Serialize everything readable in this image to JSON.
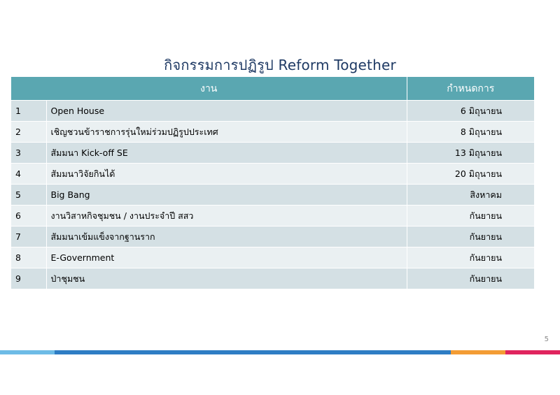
{
  "title": "กิจกรรมการปฏิรูป Reform Together",
  "table": {
    "headers": [
      "งาน",
      "กำหนดการ"
    ],
    "rows": [
      {
        "no": "1",
        "task": "Open House",
        "date": "6 มิถุนายน"
      },
      {
        "no": "2",
        "task": "เชิญชวนข้าราชการรุ่นใหม่ร่วมปฏิรูปประเทศ",
        "date": "8 มิถุนายน"
      },
      {
        "no": "3",
        "task": "สัมมนา Kick-off SE",
        "date": "13 มิถุนายน"
      },
      {
        "no": "4",
        "task": "สัมมนาวิจัยกินได้",
        "date": "20 มิถุนายน"
      },
      {
        "no": "5",
        "task": "Big Bang",
        "date": "สิงหาคม"
      },
      {
        "no": "6",
        "task": "งานวิสาหกิจชุมชน / งานประจำปี สสว",
        "date": "กันยายน"
      },
      {
        "no": "7",
        "task": "สัมมนาเข้มแข็งจากฐานราก",
        "date": "กันยายน"
      },
      {
        "no": "8",
        "task": "E-Government",
        "date": "กันยายน"
      },
      {
        "no": "9",
        "task": "ป่าชุมชน",
        "date": "กันยายน"
      }
    ]
  },
  "page_number": "5",
  "colors": {
    "header_bg": "#5aa7b1",
    "row_odd": "#d4e0e4",
    "row_even": "#eaf0f2",
    "title": "#1f3a64",
    "bar_light_blue": "#6dbbe6",
    "bar_blue": "#2e7dc4",
    "bar_orange": "#f39c34",
    "bar_red": "#e0245e"
  }
}
